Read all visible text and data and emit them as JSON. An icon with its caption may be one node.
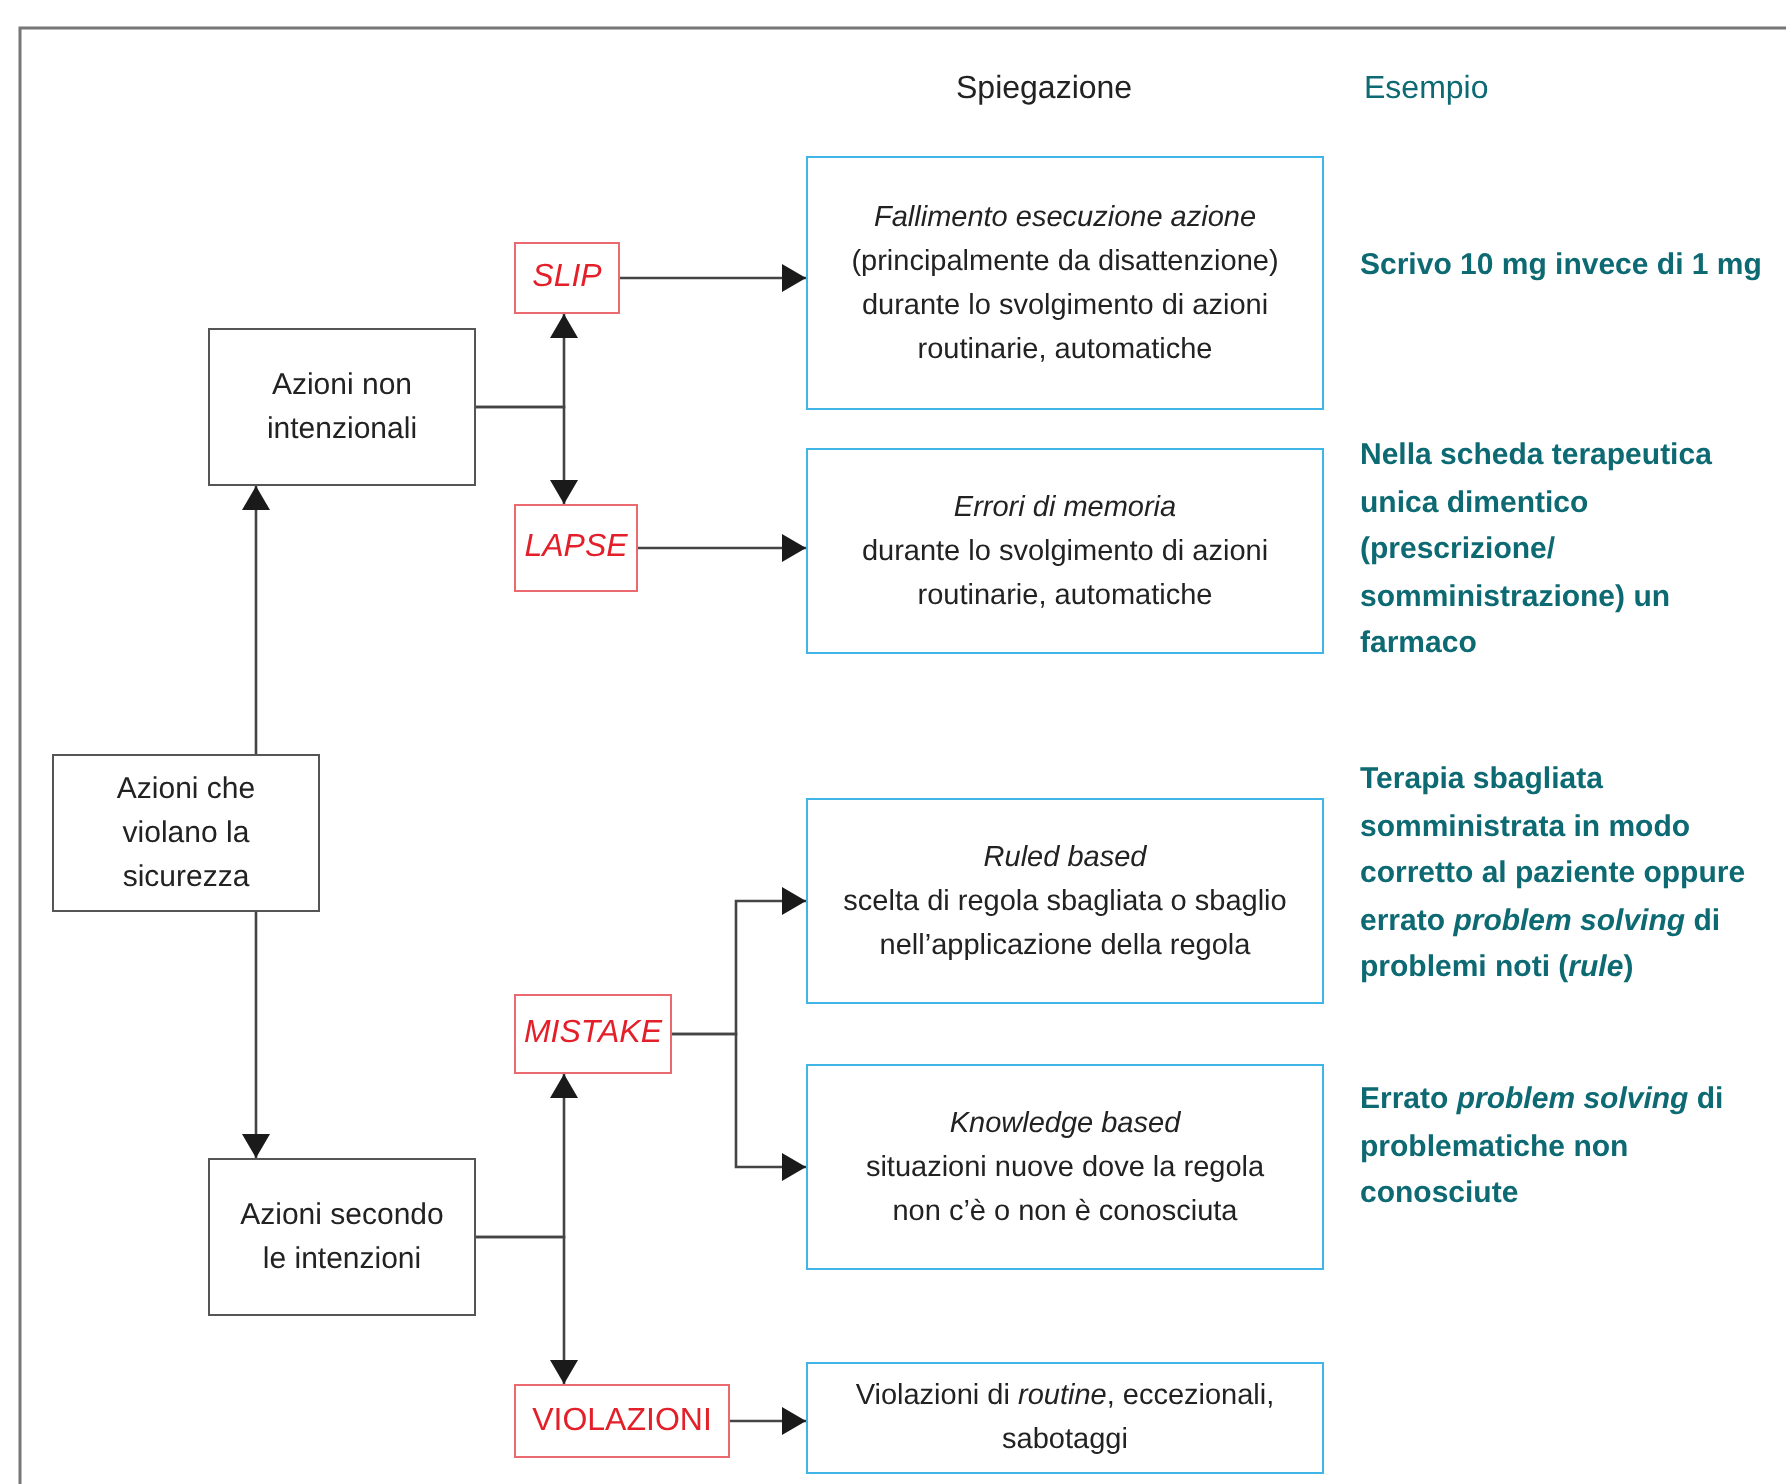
{
  "diagram": {
    "nodes": [
      {
        "text": [
          "Azioni che violano la sicurezza"
        ]
      },
      {
        "text": [
          "Azioni non intenzionali"
        ]
      },
      {
        "text": [
          "Azioni secondo le intenzioni"
        ]
      },
      {
        "text": [
          "SLIP"
        ]
      },
      {
        "text": [
          "LAPSE"
        ]
      },
      {
        "text": [
          "MISTAKE"
        ]
      },
      {
        "text": [
          "VIOLAZIONI"
        ]
      },
      {
        "text": [
          "Fallimento esecuzione azione",
          "(principalmente da disattenzione) durante lo svolgimento di azioni routinarie, automatiche"
        ],
        "beside": [
          "Scrivo 10 mg invece di 1 mg"
        ]
      },
      {
        "text": [
          "Errori di memoria",
          "durante lo svolgimento di azioni routinarie, automatiche"
        ],
        "beside": [
          "Nella scheda terapeutica unica dimentico (prescrizione/ somministrazione) un farmaco"
        ]
      },
      {
        "text": [
          "Ruled based",
          "scelta di regola sbagliata o sbaglio nell’applicazione della regola"
        ],
        "beside": [
          "Terapia sbagliata somministrata in modo corretto al paziente oppure errato *problem solving* di problemi noti (*rule*)"
        ]
      },
      {
        "text": [
          "Knowledge based",
          "situazioni nuove dove la regola non c’è o non è conosciuta"
        ],
        "beside": [
          "Errato *problem solving* di problematiche non conosciute"
        ]
      },
      {
        "text": [
          "Violazioni di *routine*, eccezionali, sabotaggi"
        ]
      }
    ],
    "edges": [
      {
        "from": 0,
        "to": 1,
        "arrow": "to"
      },
      {
        "from": 0,
        "to": 2,
        "arrow": "to"
      },
      {
        "from": 1,
        "to": 3,
        "arrow": "to"
      },
      {
        "from": 1,
        "to": 4,
        "arrow": "to"
      },
      {
        "from": 2,
        "to": 5,
        "arrow": "to"
      },
      {
        "from": 2,
        "to": 6,
        "arrow": "to"
      },
      {
        "from": 3,
        "to": 7,
        "arrow": "to"
      },
      {
        "from": 4,
        "to": 8,
        "arrow": "to"
      },
      {
        "from": 5,
        "to": 9,
        "arrow": "to"
      },
      {
        "from": 5,
        "to": 10,
        "arrow": "to"
      },
      {
        "from": 6,
        "to": 11,
        "arrow": "to"
      }
    ],
    "labels": [
      "Spiegazione",
      "Esempio"
    ]
  }
}
